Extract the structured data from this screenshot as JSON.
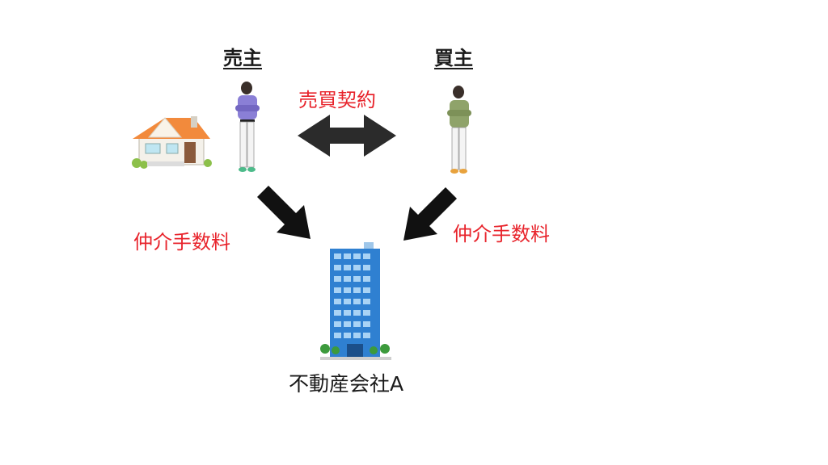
{
  "seller": {
    "label": "売主"
  },
  "buyer": {
    "label": "買主"
  },
  "contract": {
    "label": "売買契約"
  },
  "fee_left": {
    "label": "仲介手数料"
  },
  "fee_right": {
    "label": "仲介手数料"
  },
  "company": {
    "label": "不動産会社A"
  },
  "colors": {
    "accent_red": "#e8242c",
    "arrow": "#111111",
    "building": "#2f80d1",
    "roof": "#f28a3c"
  }
}
